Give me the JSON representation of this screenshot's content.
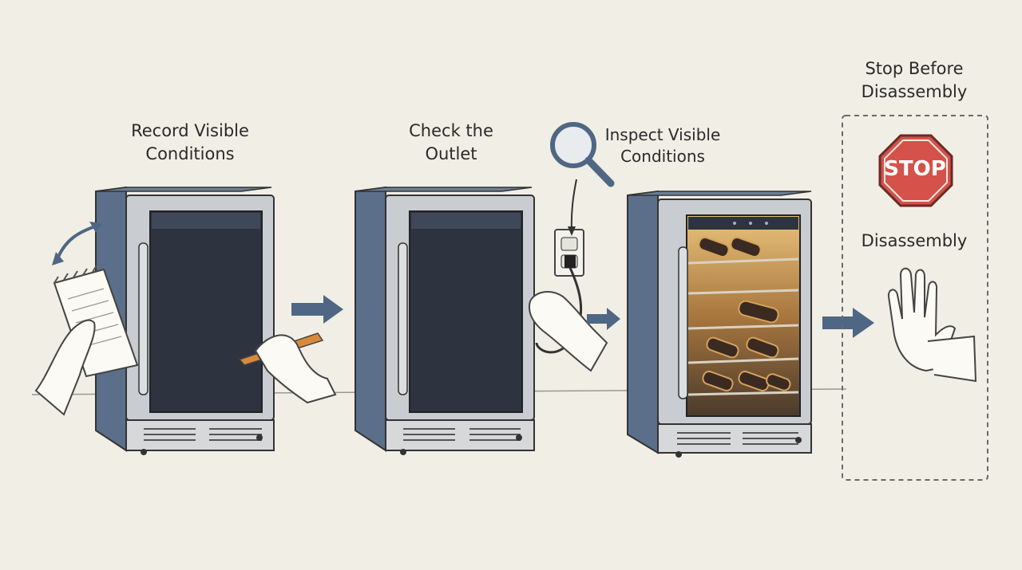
{
  "steps": [
    {
      "label": "Record Visible\nConditions"
    },
    {
      "label": "Check the\nOutlet"
    },
    {
      "label": "Inspect Visible\nConditions"
    }
  ],
  "final_step": {
    "title": "Stop Before\nDisassembly",
    "sign_text": "STOP",
    "caption": "Disassembly"
  },
  "colors": {
    "background": "#f1eee5",
    "cabinet": "#5b6f8a",
    "steel": "#c9ccd0",
    "glass": "#2d3440",
    "arrow": "#4f6784",
    "stop_red": "#d45249"
  },
  "icons": [
    "notepad-icon",
    "pencil-icon",
    "magnifier-icon",
    "outlet-icon",
    "plug-icon",
    "stop-sign-icon",
    "hand-stop-icon"
  ]
}
